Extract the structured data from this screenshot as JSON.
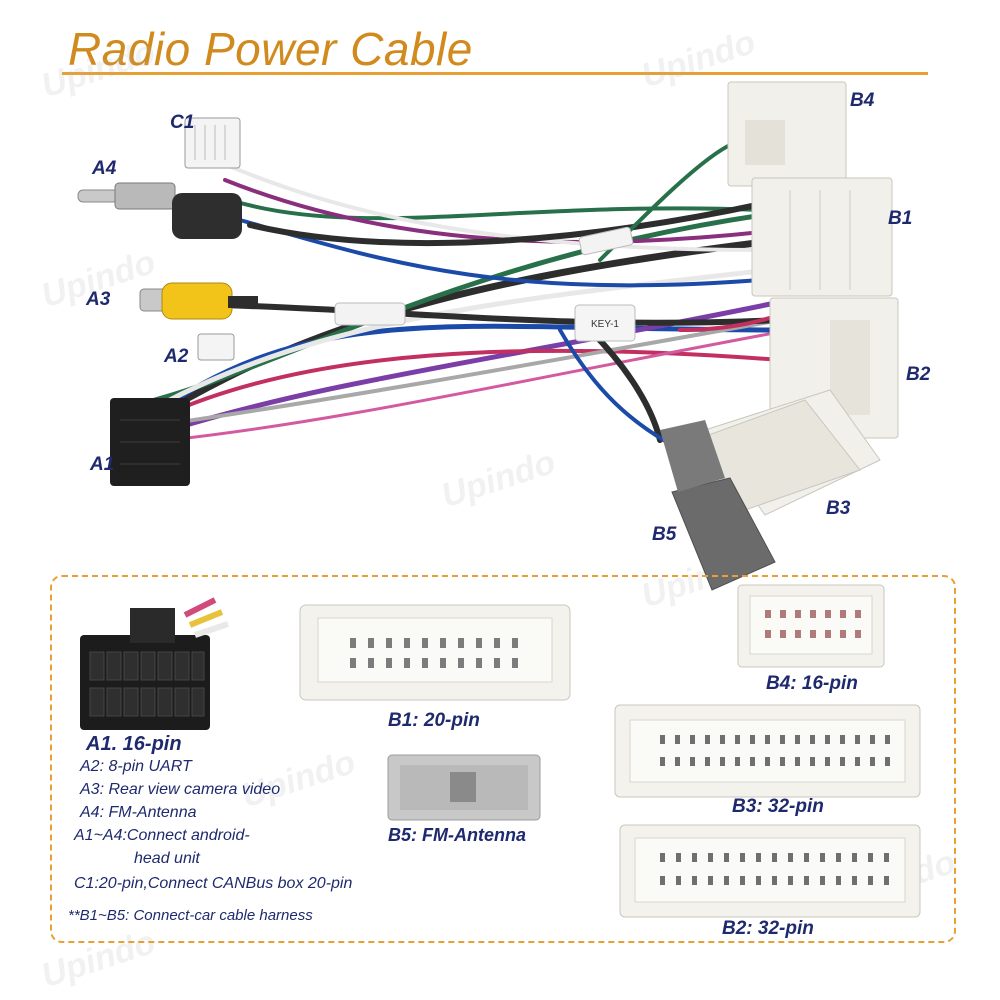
{
  "title": "Radio Power Cable",
  "watermark": "Upindo",
  "cable_labels": {
    "c1": "C1",
    "a4": "A4",
    "a3": "A3",
    "a2": "A2",
    "a1": "A1",
    "b4": "B4",
    "b1": "B1",
    "b2": "B2",
    "b3": "B3",
    "b5": "B5",
    "key_tag": "KEY-1"
  },
  "legend": {
    "a1": "A1. 16-pin",
    "a2": "A2: 8-pin UART",
    "a3": "A3: Rear view camera video",
    "a4": "A4: FM-Antenna",
    "a1_a4_line1": "A1~A4:Connect android-",
    "a1_a4_line2": "head unit",
    "c1": "C1:20-pin,Connect CANBus box 20-pin",
    "b_note": "**B1~B5: Connect-car cable harness",
    "b1": "B1: 20-pin",
    "b5": "B5: FM-Antenna",
    "b4": "B4: 16-pin",
    "b3": "B3: 32-pin",
    "b2": "B2: 32-pin"
  },
  "colors": {
    "title": "#d18a1e",
    "labels": "#1f2a6e",
    "border": "#e6a033"
  }
}
